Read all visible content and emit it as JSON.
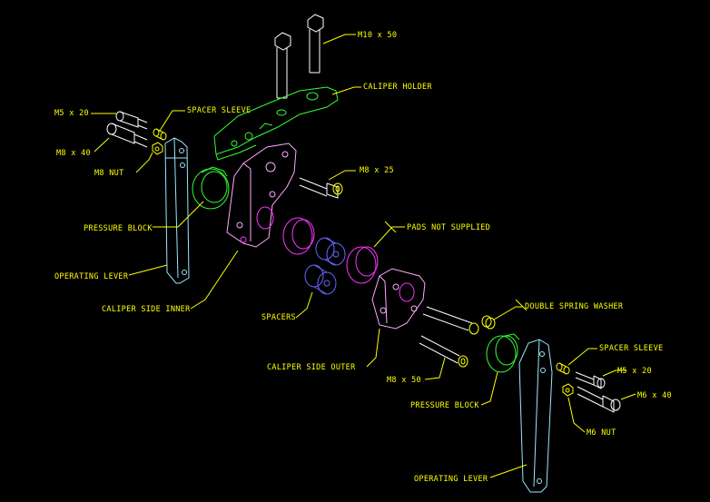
{
  "diagram": {
    "labels": {
      "m10x50": "M10 x 50",
      "caliper_holder": "CALIPER HOLDER",
      "m5x20_top": "M5 x 20",
      "spacer_sleeve_top": "SPACER SLEEVE",
      "m8x40_top": "M8 x 40",
      "m8_nut": "M8 NUT",
      "m8x25": "M8 x 25",
      "pressure_block_top": "PRESSURE BLOCK",
      "pads_not_supplied": "PADS NOT SUPPLIED",
      "operating_lever_top": "OPERATING LEVER",
      "caliper_side_inner": "CALIPER SIDE INNER",
      "double_spring_washer": "DOUBLE SPRING WASHER",
      "spacers": "SPACERS",
      "spacer_sleeve_bottom": "SPACER SLEEVE",
      "caliper_side_outer": "CALIPER SIDE OUTER",
      "m5x20_bottom": "M5 x 20",
      "m8x50": "M8 x 50",
      "m6x40": "M6 x 40",
      "pressure_block_bottom": "PRESSURE BLOCK",
      "m6_nut": "M6 NUT",
      "operating_lever_bottom": "OPERATING LEVER"
    },
    "colors": {
      "background": "#000000",
      "label_text": "#ffff00",
      "bolts": "#ffffff",
      "caliper_holder": "#33ff33",
      "operating_lever": "#9be8ff",
      "caliper_sides": "#ffaaff",
      "pads": "#ff33ff",
      "spacers": "#6666ff"
    }
  }
}
